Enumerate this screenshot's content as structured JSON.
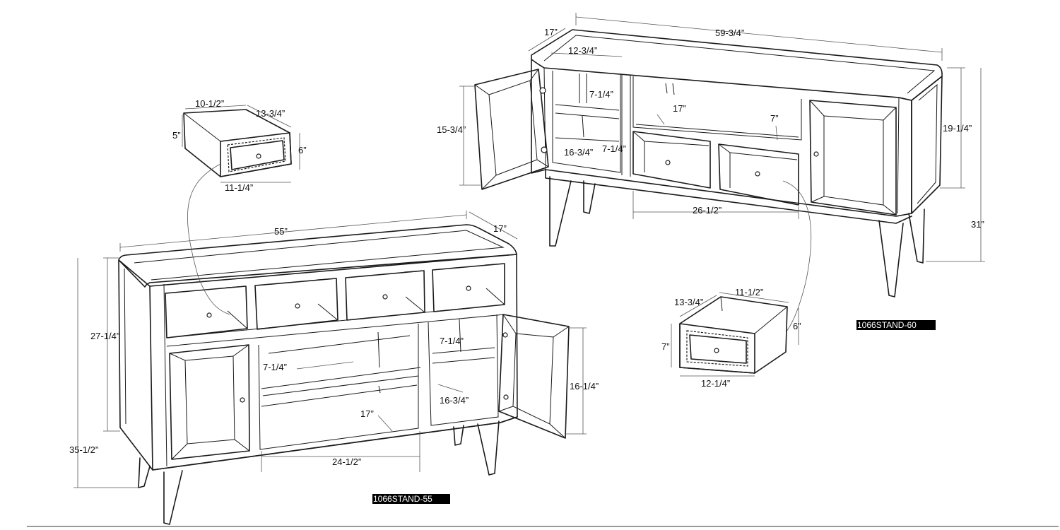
{
  "stand_55": {
    "model": "1066STAND-55",
    "dims": {
      "width": "55”",
      "depth": "17”",
      "body_height": "27-1/4”",
      "total_height": "35-1/2”",
      "door_height": "16-1/4”",
      "shelf_upper": "7-1/4”",
      "shelf_side": "7-1/4”",
      "shelf_depth": "16-3/4”",
      "center_depth": "17”",
      "center_width": "24-1/2”"
    },
    "drawer": {
      "front_width": "10-1/2”",
      "depth": "13-3/4”",
      "height": "5”",
      "front_height": "6”",
      "bottom_width": "11-1/4”"
    }
  },
  "stand_60": {
    "model": "1066STAND-60",
    "dims": {
      "depth": "17”",
      "width": "59-3/4”",
      "side_width": "12-3/4”",
      "side_shelf_upper": "7-1/4”",
      "side_shelf_lower": "7-1/4”",
      "side_depth": "16-3/4”",
      "door_height": "15-3/4”",
      "center_depth": "17”",
      "center_shelf": "7”",
      "body_height": "19-1/4”",
      "total_height": "31”",
      "center_width": "26-1/2”"
    },
    "drawer": {
      "depth": "13-3/4”",
      "width": "11-1/2”",
      "front_height": "7”",
      "side_height": "6”",
      "bottom_width": "12-1/4”"
    }
  }
}
